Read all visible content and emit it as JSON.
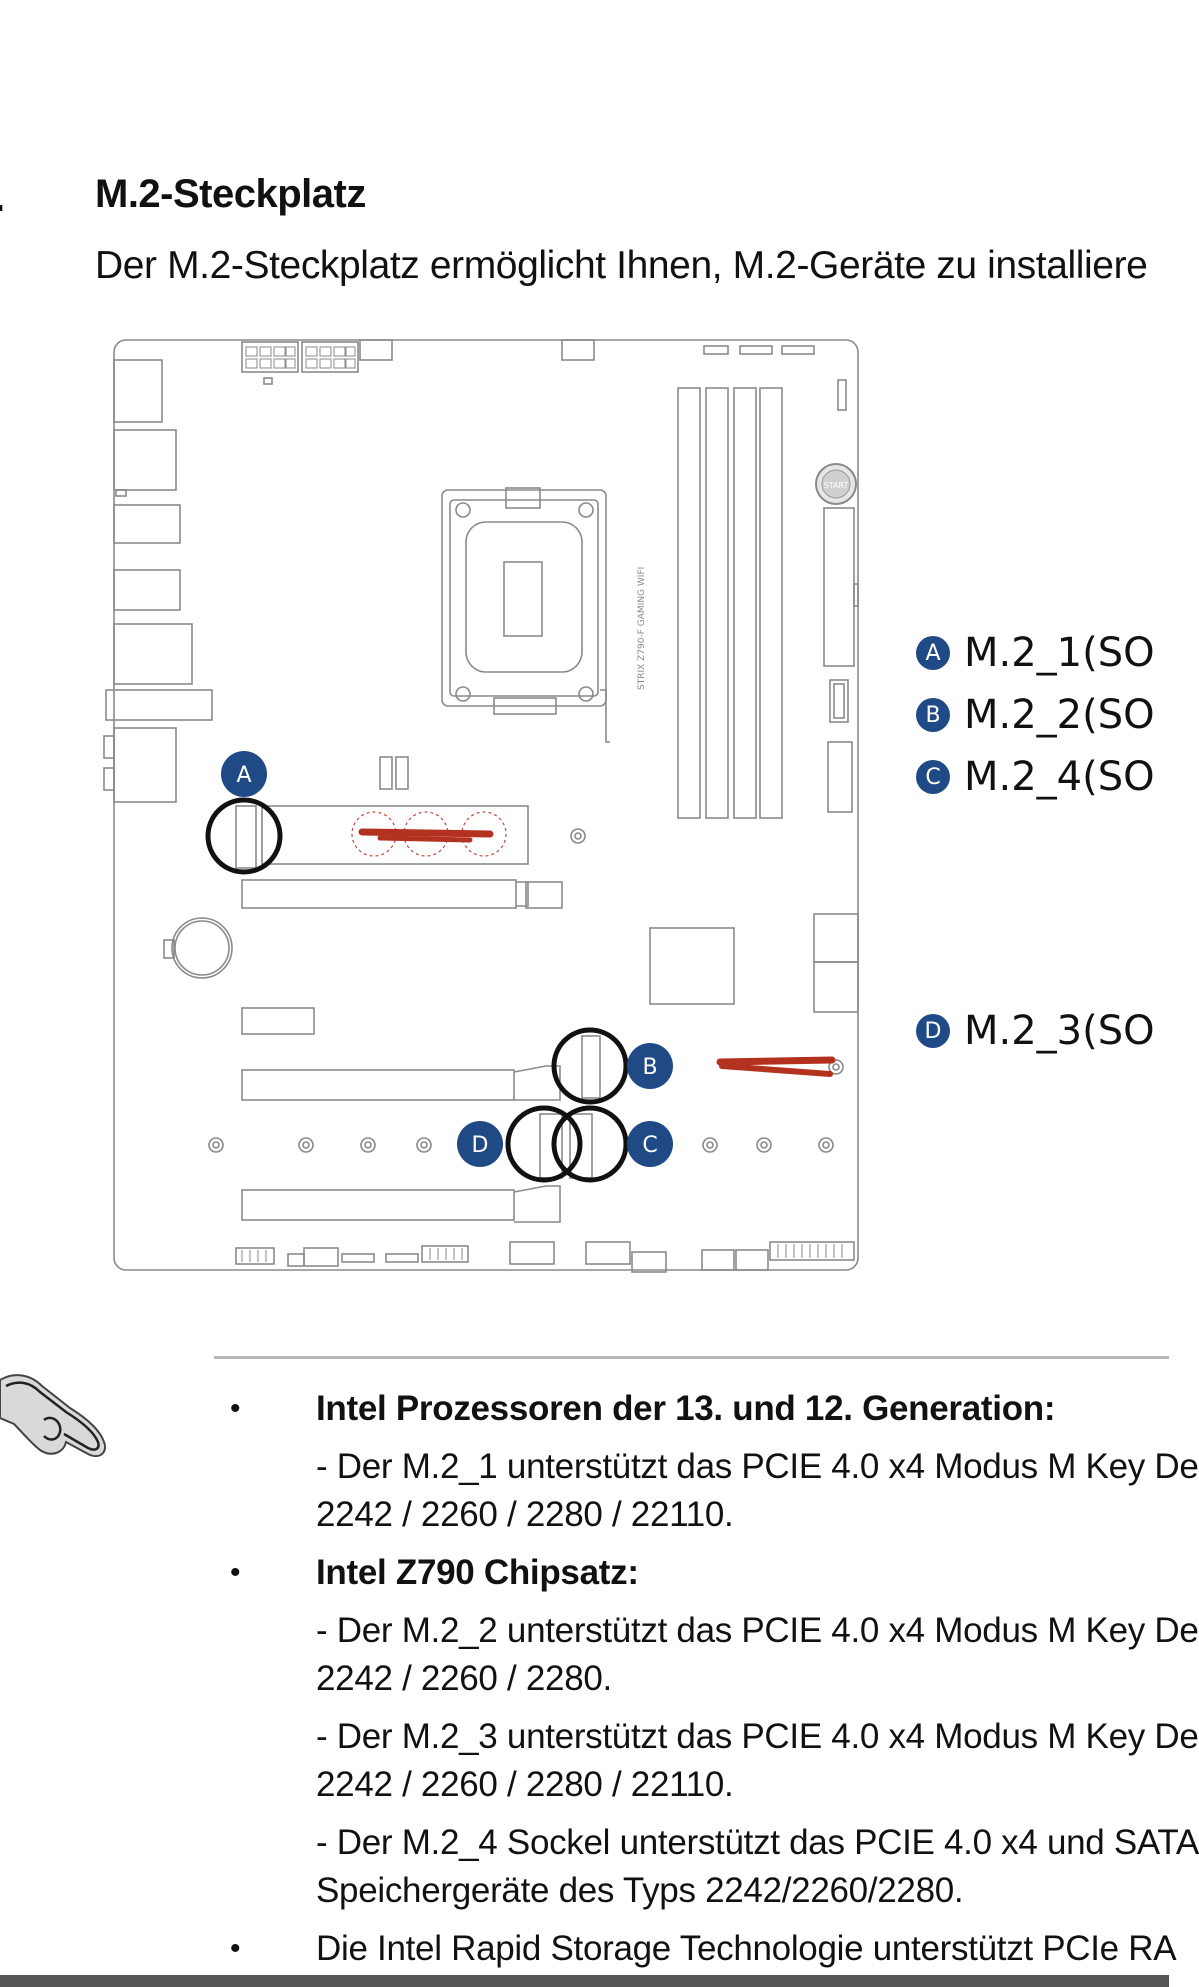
{
  "section_number": ".",
  "heading": "M.2-Steckplatz",
  "intro": "Der M.2-Steckplatz ermöglicht Ihnen, M.2-Geräte zu installiere",
  "colors": {
    "badge": "#1f4a86",
    "heatsink": "#b3321f",
    "outline": "#8a8a8a",
    "ring": "#111111"
  },
  "board": {
    "model_text": "STRIX Z790-F GAMING WIFI",
    "start_button": "START",
    "badges": [
      "A",
      "B",
      "C",
      "D"
    ]
  },
  "slot_labels": [
    {
      "badge": "A",
      "text": "M.2_1(SO"
    },
    {
      "badge": "B",
      "text": "M.2_2(SO"
    },
    {
      "badge": "C",
      "text": "M.2_4(SO"
    },
    {
      "badge": "D",
      "text": "M.2_3(SO"
    }
  ],
  "note_icon": "pointing-hand-icon",
  "notes": [
    {
      "title": "Intel Prozessoren der 13. und 12. Generation:",
      "paragraphs": [
        [
          "- Der M.2_1 unterstützt das PCIE 4.0 x4 Modus M Key De",
          "2242 / 2260 / 2280 / 22110."
        ]
      ]
    },
    {
      "title": "Intel Z790 Chipsatz:",
      "paragraphs": [
        [
          "- Der M.2_2 unterstützt das PCIE 4.0 x4 Modus M Key De",
          "2242 / 2260 / 2280."
        ],
        [
          "- Der M.2_3 unterstützt das PCIE 4.0 x4 Modus M Key De",
          "2242 / 2260 / 2280 / 22110."
        ],
        [
          "- Der M.2_4 Sockel unterstützt das PCIE 4.0 x4 und SATA",
          "Speichergeräte des Typs 2242/2260/2280."
        ]
      ]
    },
    {
      "title": "",
      "paragraphs": [
        [
          "Die Intel Rapid Storage Technologie unterstützt PCIe RA"
        ]
      ]
    }
  ]
}
